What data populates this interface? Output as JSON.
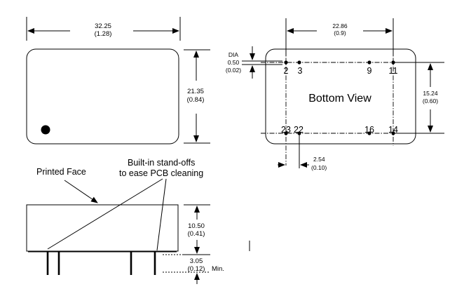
{
  "top_view": {
    "width_mm": "32.25",
    "width_in": "(1.28)",
    "height_mm": "21.35",
    "height_in": "(0.84)"
  },
  "bottom_view": {
    "title": "Bottom View",
    "pitch_span_mm": "22.86",
    "pitch_span_in": "(0.9)",
    "row_spacing_mm": "15.24",
    "row_spacing_in": "(0.60)",
    "pin_dia_label": "DIA",
    "pin_dia_mm": "0.50",
    "pin_dia_in": "(0.02)",
    "pin_pitch_mm": "2.54",
    "pin_pitch_in": "(0.10)",
    "pins_top": [
      "2",
      "3",
      "9",
      "11"
    ],
    "pins_bottom": [
      "23",
      "22",
      "16",
      "14"
    ]
  },
  "side_view": {
    "printed_face_label": "Printed Face",
    "standoff_label_line1": "Built-in stand-offs",
    "standoff_label_line2": "to ease PCB cleaning",
    "body_height_mm": "10.50",
    "body_height_in": "(0.41)",
    "pin_length_mm": "3.05",
    "pin_length_in": "(0.12)",
    "min_label": "Min."
  }
}
